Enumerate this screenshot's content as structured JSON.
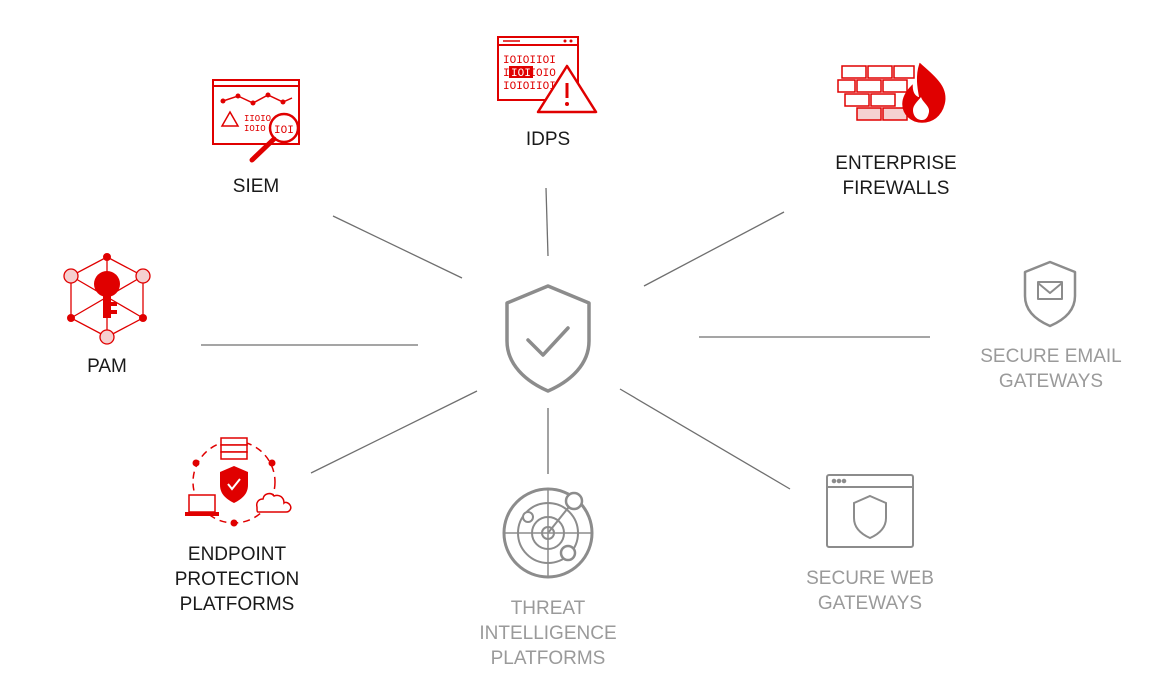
{
  "colors": {
    "accent": "#e00000",
    "gray": "#8c8c8c",
    "line": "#6f6f6f",
    "dark_text": "#1a1a1a",
    "muted_text": "#9a9a9a"
  },
  "nodes": {
    "idps": {
      "lines": [
        "IDPS"
      ],
      "icon": "idps-alert-icon"
    },
    "siem": {
      "lines": [
        "SIEM"
      ],
      "icon": "siem-analytics-icon"
    },
    "firewalls": {
      "lines": [
        "ENTERPRISE",
        "FIREWALLS"
      ],
      "icon": "firewall-icon"
    },
    "pam": {
      "lines": [
        "PAM"
      ],
      "icon": "pam-key-network-icon"
    },
    "email": {
      "lines": [
        "SECURE EMAIL",
        "GATEWAYS"
      ],
      "icon": "email-shield-icon"
    },
    "endpoint": {
      "lines": [
        "ENDPOINT",
        "PROTECTION",
        "PLATFORMS"
      ],
      "icon": "endpoint-network-icon"
    },
    "threat": {
      "lines": [
        "THREAT",
        "INTELLIGENCE",
        "PLATFORMS"
      ],
      "icon": "radar-icon"
    },
    "web": {
      "lines": [
        "SECURE WEB",
        "GATEWAYS"
      ],
      "icon": "browser-shield-icon"
    }
  },
  "center": {
    "icon": "shield-check-icon"
  }
}
